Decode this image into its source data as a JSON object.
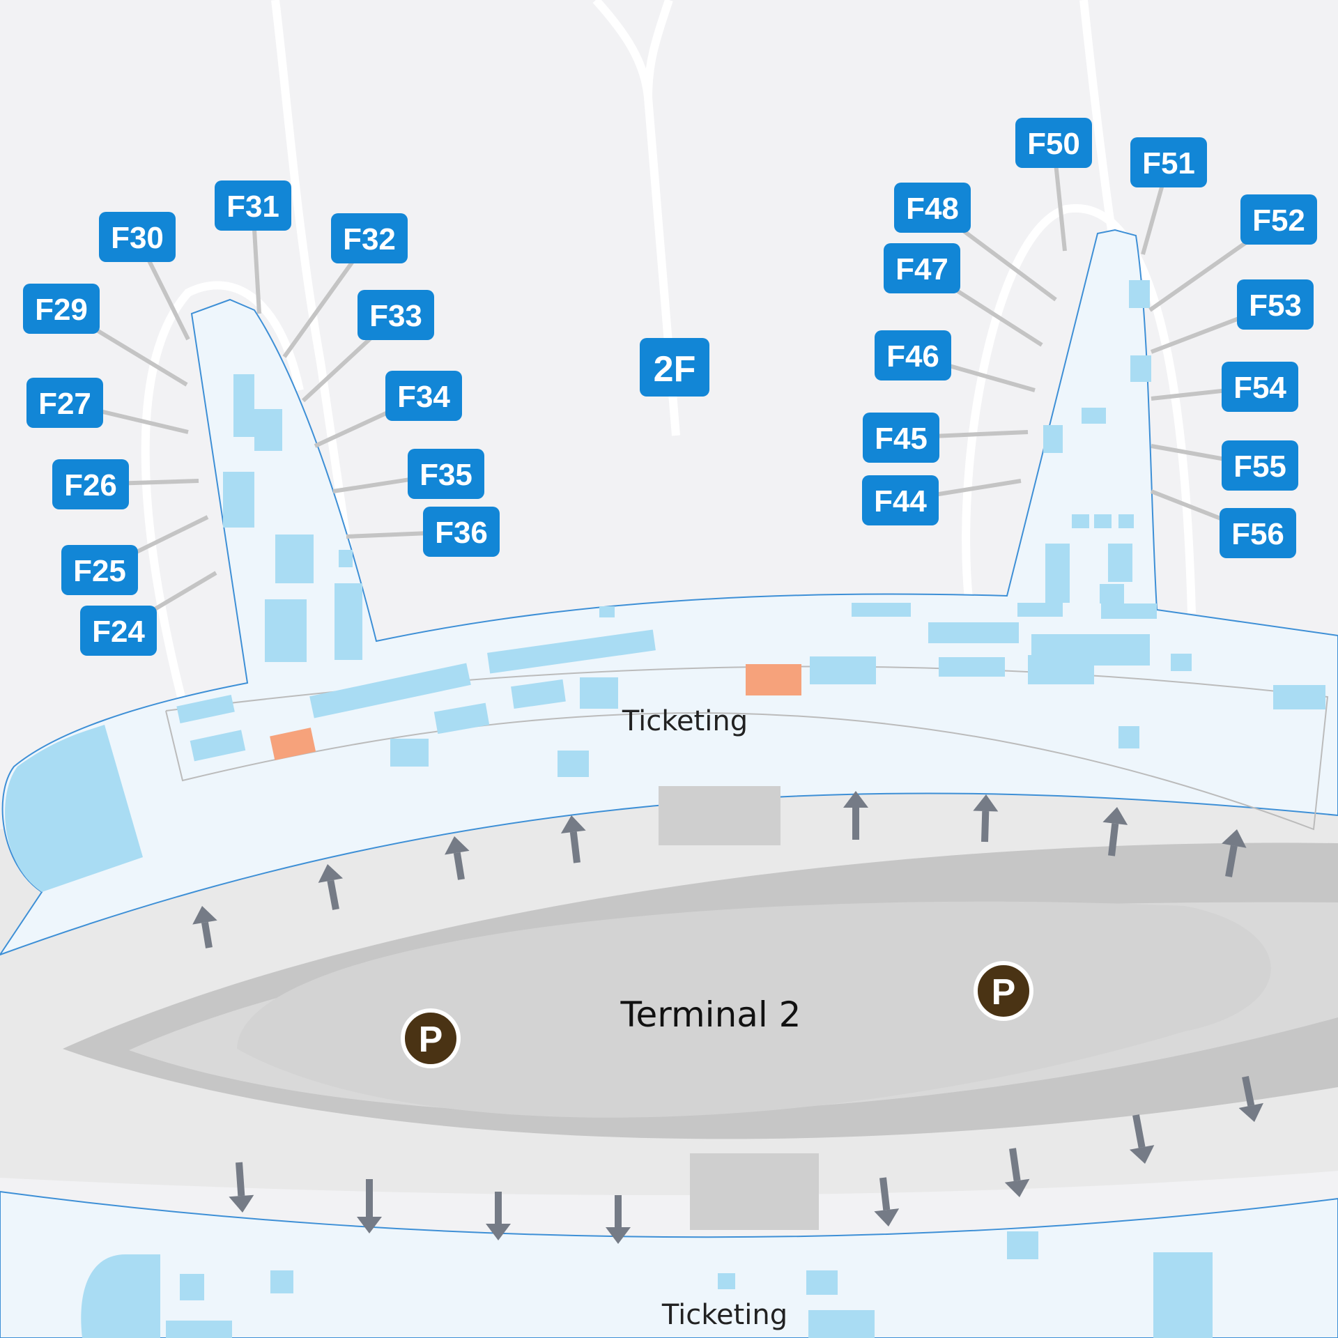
{
  "map": {
    "level_badge": "2F",
    "terminal_label": "Terminal 2",
    "ticketing_labels": [
      "Ticketing",
      "Ticketing"
    ],
    "parking_symbol": "P",
    "colors": {
      "background": "#f2f2f4",
      "concourse_fill": "#eef6fc",
      "concourse_stroke": "#3d8fd6",
      "gate_badge": "#1286d6",
      "room_fill": "#a9dcf3",
      "road": "#c6c6c6",
      "parking_lot": "#d9d9d9",
      "parking_marker": "#4a3314",
      "highlight_room": "#f6a27b",
      "arrow": "#757b86"
    },
    "gates": [
      "F24",
      "F25",
      "F26",
      "F27",
      "F29",
      "F30",
      "F31",
      "F32",
      "F33",
      "F34",
      "F35",
      "F36",
      "F44",
      "F45",
      "F46",
      "F47",
      "F48",
      "F50",
      "F51",
      "F52",
      "F53",
      "F54",
      "F55",
      "F56"
    ]
  }
}
